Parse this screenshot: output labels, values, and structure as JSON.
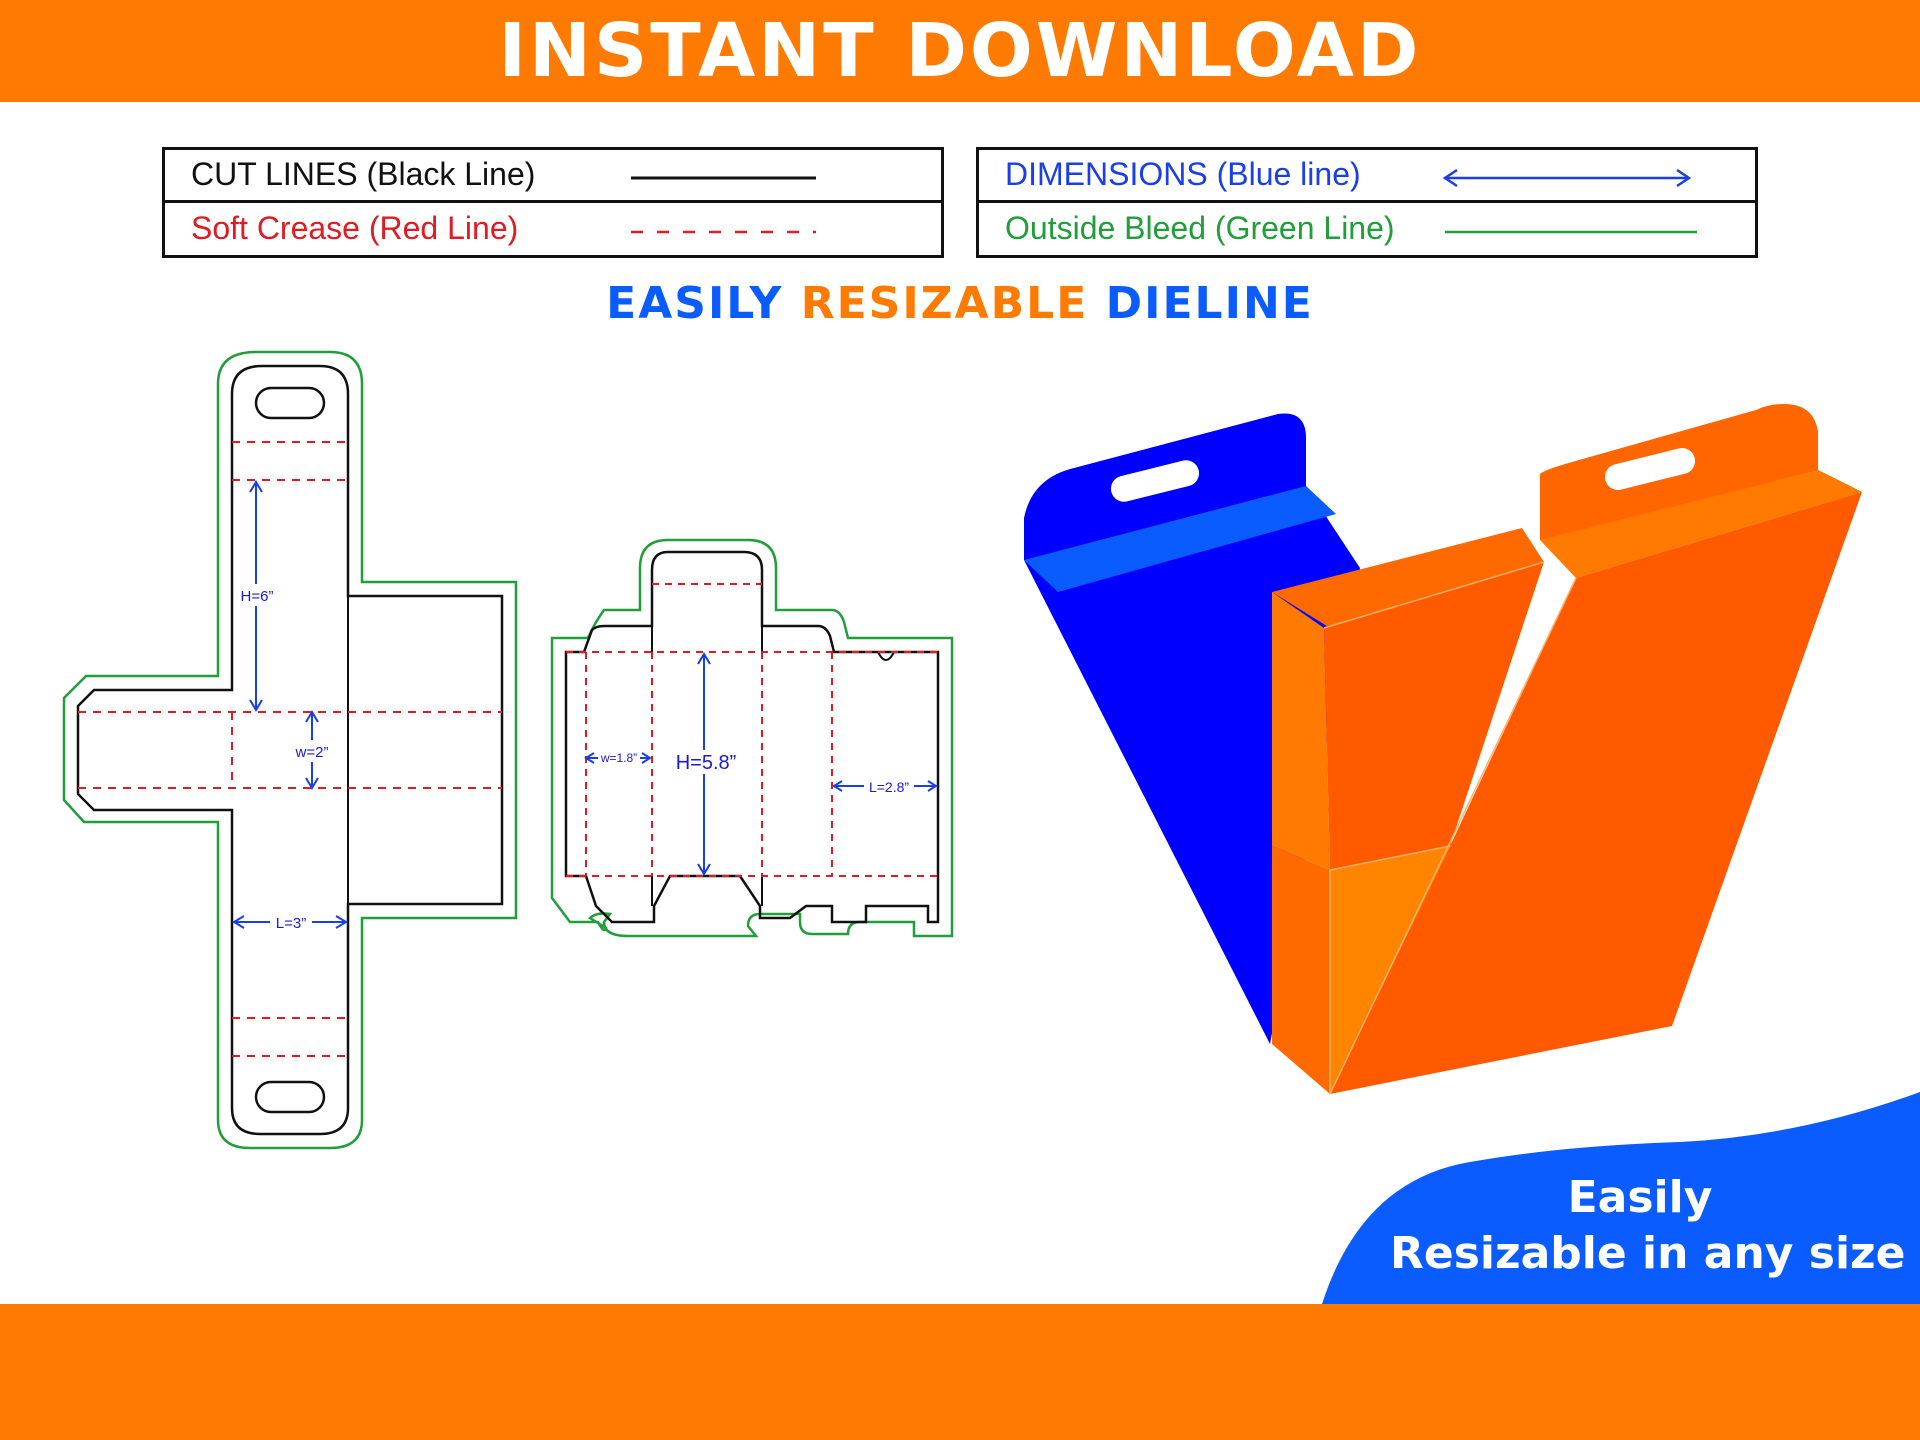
{
  "banner": {
    "title": "INSTANT DOWNLOAD"
  },
  "legend_left": {
    "cut_lines": "CUT LINES (Black Line)",
    "soft_crease": "Soft Crease (Red Line)"
  },
  "legend_right": {
    "dimensions": "DIMENSIONS (Blue line)",
    "outside_bleed": "Outside Bleed (Green Line)"
  },
  "subtitle": {
    "part1": "EASILY",
    "part2": "RESIZABLE",
    "part3": "DIELINE"
  },
  "dieline_left": {
    "height": "H=6”",
    "width": "w=2”",
    "length": "L=3”"
  },
  "dieline_right": {
    "width": "w=1.8”",
    "height": "H=5.8”",
    "length": "L=2.8”"
  },
  "promo": {
    "line1": "Easily",
    "line2": "Resizable in any size"
  },
  "colors": {
    "orange": "#ff7a00",
    "blue": "#0a5cff",
    "cut": "#111111",
    "crease": "#e01b24",
    "dimension": "#1a3fe6",
    "bleed": "#1f9e3a"
  }
}
